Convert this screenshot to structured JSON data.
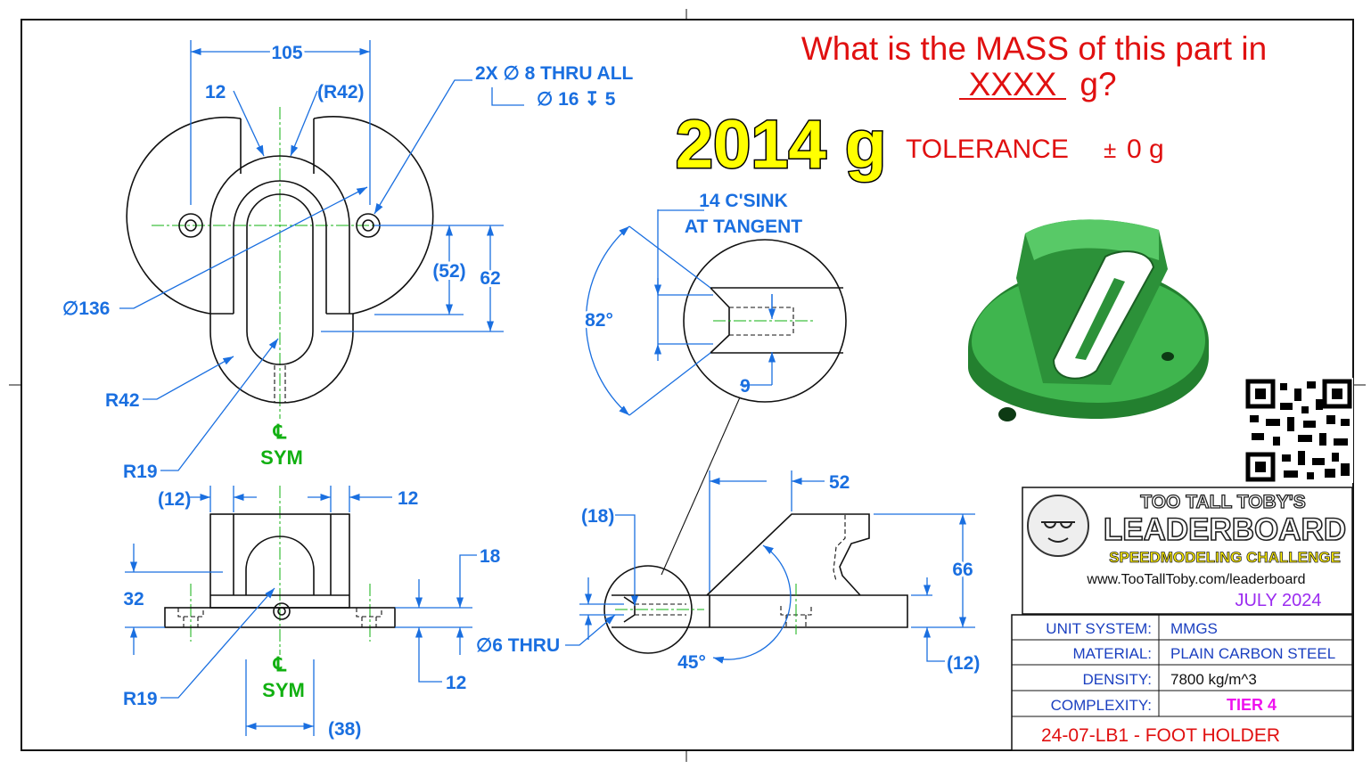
{
  "question": {
    "line1": "What is the MASS of this part in",
    "placeholder": "XXXX",
    "unit": "g?"
  },
  "answer": "2014 g",
  "tolerance": {
    "label": "TOLERANCE",
    "symbol": "±",
    "value": "0 g"
  },
  "top_view": {
    "dim_overall_width": "105",
    "dim_slot_wall": "12",
    "dim_slot_radius_top": "(R42)",
    "hole_callout_line1": "2X ∅ 8 THRU ALL",
    "hole_callout_line2": "∅ 16 ↧ 5",
    "dim_base_dia": "∅136",
    "dim_height_ref": "(52)",
    "dim_height": "62",
    "dim_radius_bottom": "R42",
    "dim_radius_slot": "R19",
    "centerline_symbol": "℄",
    "centerline_label": "SYM"
  },
  "front_view": {
    "dim_left_ref": "(12)",
    "dim_right": "12",
    "dim_height_total": "32",
    "dim_base_thk": "18",
    "dim_bottom": "12",
    "dim_radius": "R19",
    "centerline_symbol": "℄",
    "centerline_label": "SYM",
    "dim_width_ref": "(38)"
  },
  "detail_view": {
    "csink_line1": "14 C'SINK",
    "csink_line2": "AT TANGENT",
    "dim_angle": "82°",
    "dim_depth": "9"
  },
  "side_view": {
    "dim_ref_18": "(18)",
    "dim_top": "52",
    "dim_height": "66",
    "dim_hole": "∅6 THRU",
    "dim_angle": "45°",
    "dim_ref_12": "(12)"
  },
  "title_block": {
    "brand_line1": "TOO TALL TOBY'S",
    "brand_line2": "LEADERBOARD",
    "brand_line3": "SPEEDMODELING CHALLENGE",
    "url": "www.TooTallToby.com/leaderboard",
    "date": "JULY 2024",
    "rows": [
      {
        "label": "UNIT SYSTEM:",
        "value": "MMGS"
      },
      {
        "label": "MATERIAL:",
        "value": "PLAIN CARBON STEEL"
      },
      {
        "label": "DENSITY:",
        "value": "7800 kg/m^3"
      },
      {
        "label": "COMPLEXITY:",
        "value": "TIER 4"
      }
    ],
    "part_id": "24-07-LB1 - FOOT HOLDER"
  },
  "colors": {
    "dimension": "#1a6fe0",
    "question": "#e01010",
    "answer_fill": "#ffff00",
    "centerline": "#11b011",
    "model": "#2f9a3c",
    "complexity": "#ee11ee",
    "date": "#9b2cf0"
  }
}
